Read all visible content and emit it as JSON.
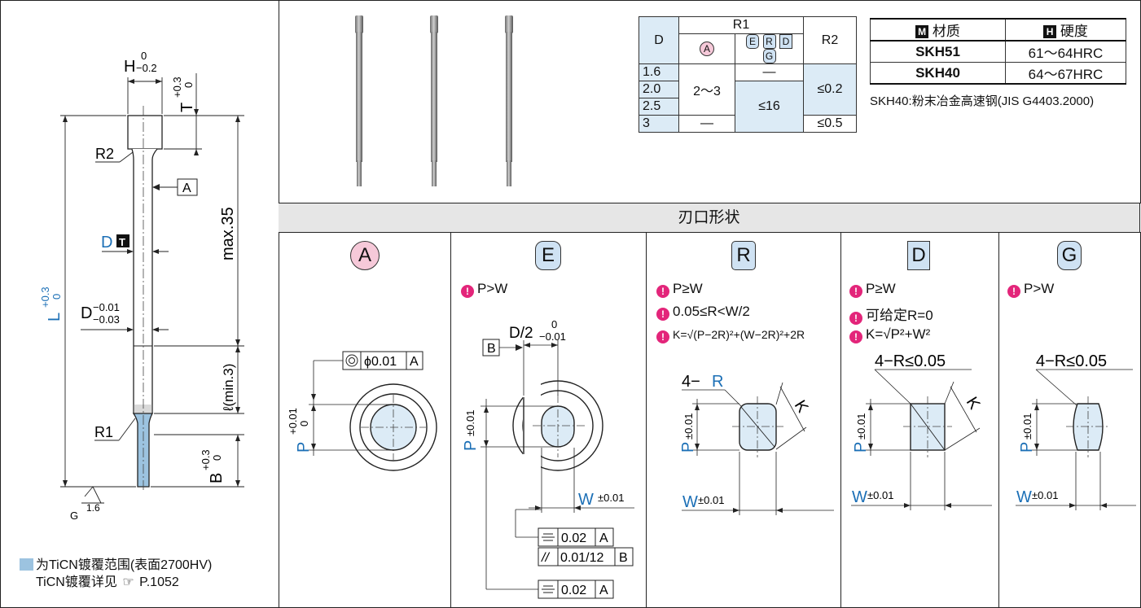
{
  "left_drawing": {
    "h_label": "H",
    "h_tol_upper": "0",
    "h_tol_lower": "−0.2",
    "t_label": "T",
    "t_tol_upper": "+0.3",
    "t_tol_lower": "0",
    "r2_label": "R2",
    "a_ref": "A",
    "d_label": "D",
    "d_badge": "T",
    "max_label": "max.35",
    "l_label": "L",
    "l_tol_upper": "+0.3",
    "l_tol_lower": "0",
    "d_tol_label": "D",
    "d_tol_upper": "−0.01",
    "d_tol_lower": "−0.03",
    "ell_label": "ℓ(min.3)",
    "r1_label": "R1",
    "b_label": "B",
    "b_tol_upper": "+0.3",
    "b_tol_lower": "0",
    "rough_g": "G",
    "rough_val": "1.6"
  },
  "legend": {
    "line1": "为TiCN镀覆范围(表面2700HV)",
    "line2": "TiCN镀覆详见",
    "page_ref": "P.1052"
  },
  "table1": {
    "h_d": "D",
    "h_r1": "R1",
    "h_r2": "R2",
    "sub_a": "A",
    "sub_e": "E",
    "sub_r": "R",
    "sub_d": "D",
    "sub_g": "G",
    "rows": [
      "1.6",
      "2.0",
      "2.5",
      "3"
    ],
    "r1a_mid": "2〜3",
    "r1a_3": "—",
    "r1e_16": "—",
    "r1e_mid": "≤16",
    "r2_mid": "≤0.2",
    "r2_3": "≤0.5"
  },
  "table2": {
    "h_material_badge": "M",
    "h_material": "材质",
    "h_hardness_badge": "H",
    "h_hardness": "硬度",
    "rows": [
      {
        "material": "SKH51",
        "hardness": "61〜64HRC"
      },
      {
        "material": "SKH40",
        "hardness": "64〜67HRC"
      }
    ],
    "footnote": "SKH40:粉末冶金高速钢(JIS G4403.2000)"
  },
  "section_title": "刃口形状",
  "panels": {
    "a": {
      "badge": "A",
      "coax_symbol": "◎",
      "coax_value": "ϕ0.01",
      "coax_ref": "A",
      "p_label": "P",
      "p_tol_upper": "+0.01",
      "p_tol_lower": "0"
    },
    "e": {
      "badge": "E",
      "note1": "P>W",
      "b_ref": "B",
      "d2_label": "D/2",
      "d2_tol_upper": "0",
      "d2_tol_lower": "−0.01",
      "p_label": "P",
      "p_tol": "±0.01",
      "w_label": "W",
      "w_tol": "±0.01",
      "box1_sym": "⌯",
      "box1_val": "0.02",
      "box1_ref": "A",
      "box2_sym": "//",
      "box2_val": "0.01/12",
      "box2_ref": "B",
      "box3_sym": "⌯",
      "box3_val": "0.02",
      "box3_ref": "A"
    },
    "r": {
      "badge": "R",
      "note1": "P≥W",
      "note2": "0.05≤R<W/2",
      "note3": "K=√(P−2R)²+(W−2R)²+2R",
      "r_prefix": "4−",
      "r_label": "R",
      "k_label": "K",
      "p_label": "P",
      "p_tol": "±0.01",
      "w_label": "W",
      "w_tol": "±0.01"
    },
    "d": {
      "badge": "D",
      "note1": "P≥W",
      "note2": "可给定R=0",
      "note3": "K=√P²+W²",
      "r_note": "4−R≤0.05",
      "k_label": "K",
      "p_label": "P",
      "p_tol": "±0.01",
      "w_label": "W",
      "w_tol": "±0.01"
    },
    "g": {
      "badge": "G",
      "note1": "P>W",
      "r_note": "4−R≤0.05",
      "p_label": "P",
      "p_tol": "±0.01",
      "w_label": "W",
      "w_tol": "±0.01"
    }
  },
  "colors": {
    "accent_blue": "#1b6fb6",
    "coating_blue": "#9cc3e0",
    "cell_blue": "#dcebf6",
    "note_pink": "#e3257a",
    "badge_pink": "#f6c9d9",
    "badge_blue": "#cfe2f3",
    "section_gray": "#e6e6e6"
  }
}
